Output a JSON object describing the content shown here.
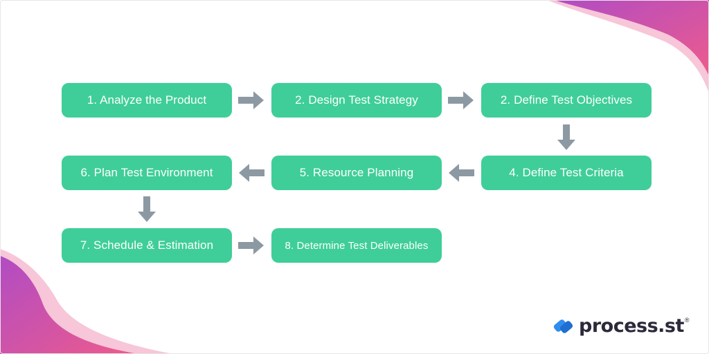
{
  "steps": [
    {
      "id": "1",
      "label": "1. Analyze the Product"
    },
    {
      "id": "2",
      "label": "2. Design Test Strategy"
    },
    {
      "id": "3",
      "label": "2. Define Test Objectives"
    },
    {
      "id": "4",
      "label": "4. Define Test Criteria"
    },
    {
      "id": "5",
      "label": "5. Resource Planning"
    },
    {
      "id": "6",
      "label": "6. Plan Test Environment"
    },
    {
      "id": "7",
      "label": "7. Schedule & Estimation"
    },
    {
      "id": "8",
      "label": "8. Determine Test Deliverables"
    }
  ],
  "logo": {
    "text": "process.st",
    "registered": "®"
  },
  "colors": {
    "step_fill": "#3fce99",
    "step_text": "#ffffff",
    "arrow": "#8c99a3",
    "accent_pink": "#ee5b8c",
    "accent_purple": "#b04cc4",
    "logo_blue": "#2f8df0"
  }
}
